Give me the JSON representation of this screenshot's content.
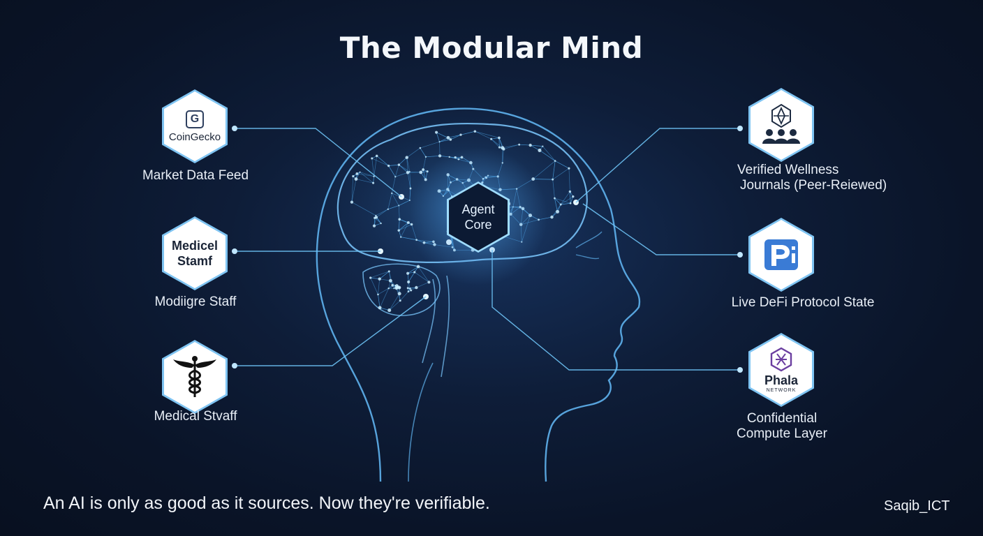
{
  "title": "The Modular Mind",
  "core": {
    "line1": "Agent",
    "line2": "Core"
  },
  "nodes": {
    "coingecko": {
      "logo_letter": "G",
      "logo_text": "CoinGecko",
      "label": "Market Data Feed"
    },
    "medical_staff_text": {
      "logo_line1": "Medicel",
      "logo_line2": "Stamf",
      "label": "Modiigre Staff"
    },
    "caduceus": {
      "label": "Medical Stvaff"
    },
    "wellness": {
      "label_line1": "Verified Wellness",
      "label_line2": "Journals (Peer-Reiewed)"
    },
    "defi": {
      "label": "Live DeFi Protocol State"
    },
    "phala": {
      "logo_text": "Phala",
      "logo_sub": "NETWORK",
      "label_line1": "Confidential",
      "label_line2": "Compute Layer"
    }
  },
  "footer": "An AI is only as good as it sources. Now they're verifiable.",
  "credit": "Saqib_ICT",
  "colors": {
    "background": "#0a1428",
    "accent": "#6ec3f5",
    "hex_border": "#7fc4f2",
    "defi_logo": "#3a7bd5",
    "phala_logo": "#6b3fa0"
  }
}
